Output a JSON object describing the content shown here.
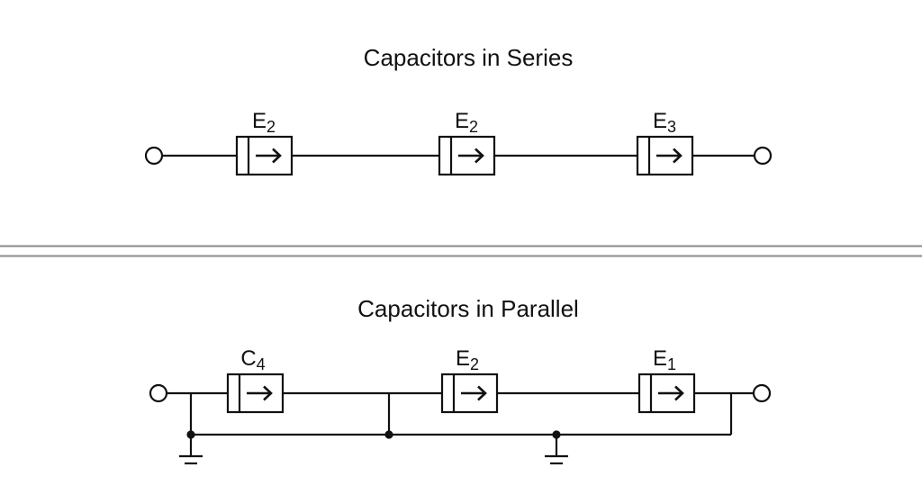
{
  "colors": {
    "ink": "#111111",
    "divider_rule": "#8a8a8a",
    "background": "#ffffff"
  },
  "series_section": {
    "title": "Capacitors in Series",
    "components": [
      {
        "label_base": "E",
        "label_sub": "2"
      },
      {
        "label_base": "E",
        "label_sub": "2"
      },
      {
        "label_base": "E",
        "label_sub": "3"
      }
    ]
  },
  "parallel_section": {
    "title": "Capacitors in Parallel",
    "components": [
      {
        "label_base": "C",
        "label_sub": "4"
      },
      {
        "label_base": "E",
        "label_sub": "2"
      },
      {
        "label_base": "E",
        "label_sub": "1"
      }
    ]
  }
}
